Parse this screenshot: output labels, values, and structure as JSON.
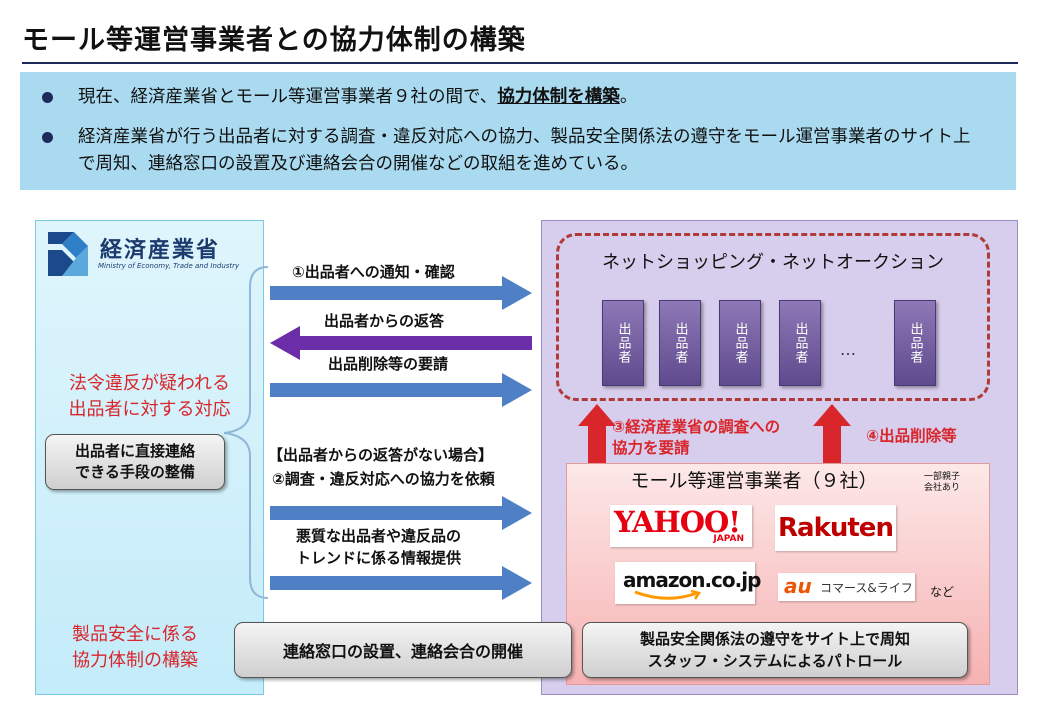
{
  "title": "モール等運営事業者との協力体制の構築",
  "summary": {
    "bullet1_prefix": "現在、経済産業省とモール等運営事業者９社の間で、",
    "bullet1_emphasis": "協力体制を構築",
    "bullet1_suffix": "。",
    "bullet2": "経済産業省が行う出品者に対する調査・違反対応への協力、製品安全関係法の遵守をモール運営事業者のサイト上で周知、連絡窓口の設置及び連絡会合の開催などの取組を進めている。"
  },
  "meti": {
    "name": "経済産業省",
    "english": "Ministry of Economy, Trade and Industry"
  },
  "left": {
    "response_label": "法令違反が疑われる\n出品者に対する対応",
    "direct_contact_button": "出品者に直接連絡\nできる手段の整備",
    "safety_label": "製品安全に係る\n協力体制の構築"
  },
  "arrows": {
    "a1": "①出品者への通知・確認",
    "a2": "出品者からの返答",
    "a3": "出品削除等の要請",
    "a4_line1": "【出品者からの返答がない場合】",
    "a4_line2": "②調査・違反対応への協力を依頼",
    "a5": "悪質な出品者や違反品の\nトレンドに係る情報提供",
    "red1": "③経済産業省の調査への\n協力を要請",
    "red2": "④出品削除等"
  },
  "net": {
    "title": "ネットショッピング・ネットオークション",
    "seller_label": "出品者",
    "ellipsis": "…"
  },
  "mall": {
    "title": "モール等運営事業者（９社）",
    "note": "一部親子\n会社あり",
    "logos": {
      "yahoo": "YAHOO!",
      "yahoo_sub": "JAPAN",
      "rakuten": "Rakuten",
      "amazon": "amazon.co.jp",
      "au_mark": "au",
      "au_text": "コマース&ライフ"
    },
    "etc": "など"
  },
  "bottom": {
    "contact_button": "連絡窓口の設置、連絡会合の開催",
    "patrol_button": "製品安全関係法の遵守をサイト上で周知\nスタッフ・システムによるパトロール"
  },
  "colors": {
    "blue_arrow": "#4f7fc4",
    "purple_arrow": "#6b2ea8",
    "red_accent": "#d8262b",
    "summary_bg": "#a9daf0",
    "title_rule": "#1e2a5a"
  }
}
